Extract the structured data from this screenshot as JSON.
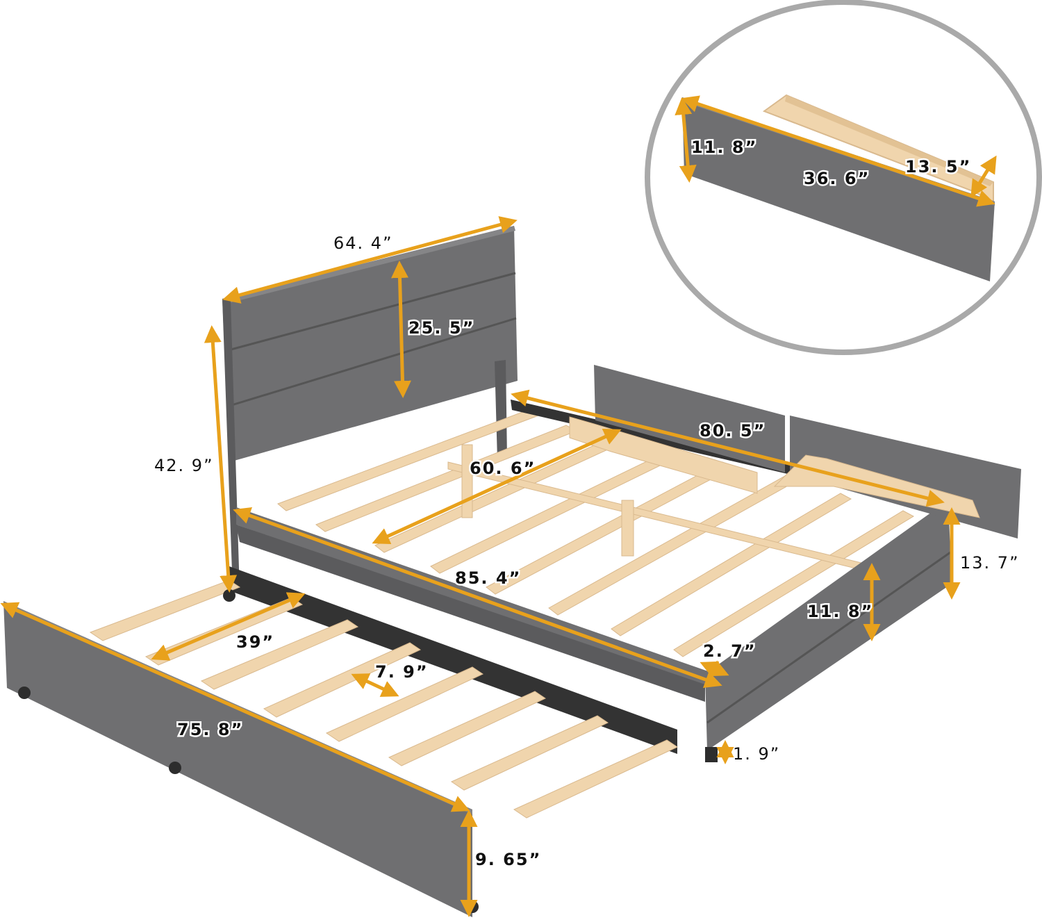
{
  "colors": {
    "fabric": "#6f6f71",
    "fabric_dark": "#5b5b5d",
    "fabric_light": "#858587",
    "wood": "#f0d5ad",
    "wood_edge": "#d9b98e",
    "arrow": "#e8a11c",
    "rail_dark": "#333333",
    "inset_ring": "#a9a9a9"
  },
  "dimensions": {
    "headboard_width": "64. 4”",
    "headboard_height": "25. 5”",
    "overall_height": "42. 9”",
    "bed_width": "60. 6”",
    "frame_length": "80. 5”",
    "overall_length": "85. 4”",
    "side_height": "11. 8”",
    "drawer_total_height": "13. 7”",
    "rail_thickness": "2. 7”",
    "clearance": "1. 9”",
    "trundle_width": "39”",
    "slat_spacing": "7. 9”",
    "trundle_length": "75. 8”",
    "trundle_height": "9. 65”"
  },
  "drawer_inset": {
    "height": "11. 8”",
    "length": "36. 6”",
    "depth": "13. 5”"
  }
}
